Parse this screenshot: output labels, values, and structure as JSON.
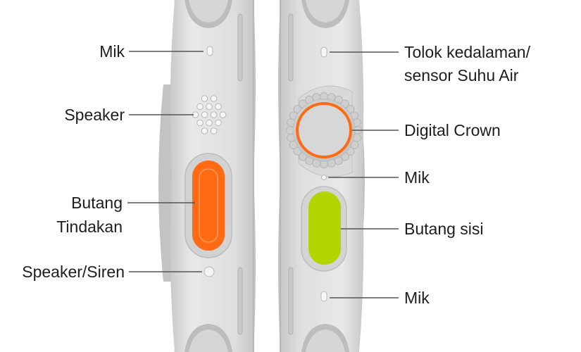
{
  "colors": {
    "body_light": "#e8e8e8",
    "body_mid": "#cfcfcf",
    "body_dark": "#b4b4b4",
    "action_button": "#ff6a13",
    "side_button": "#b4d400",
    "crown_ring": "#ff6a13",
    "leader_line": "#555555",
    "text": "#1d1d1f"
  },
  "labels": {
    "left": {
      "mic": "Mik",
      "speaker": "Speaker",
      "action_button_line1": "Butang",
      "action_button_line2": "Tindakan",
      "speaker_siren": "Speaker/Siren"
    },
    "right": {
      "depth_gauge_line1": "Tolok kedalaman/",
      "depth_gauge_line2": "sensor Suhu Air",
      "digital_crown": "Digital Crown",
      "mic_upper": "Mik",
      "side_button": "Butang sisi",
      "mic_lower": "Mik"
    }
  }
}
